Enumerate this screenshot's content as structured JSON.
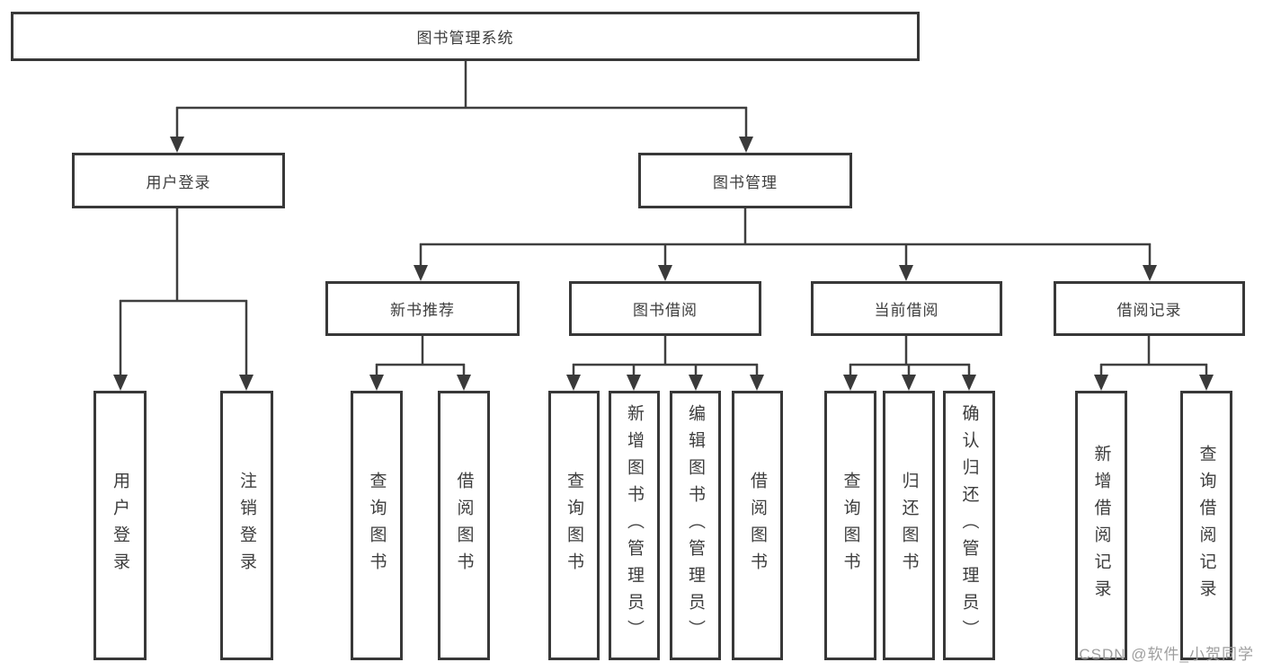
{
  "diagram": {
    "root": "图书管理系统",
    "branches": [
      {
        "label": "用户登录",
        "children": [
          "用户登录",
          "注销登录"
        ]
      },
      {
        "label": "图书管理",
        "groups": [
          {
            "label": "新书推荐",
            "children": [
              "查询图书",
              "借阅图书"
            ]
          },
          {
            "label": "图书借阅",
            "children": [
              "查询图书",
              "新增图书（管理员）",
              "编辑图书（管理员）",
              "借阅图书"
            ]
          },
          {
            "label": "当前借阅",
            "children": [
              "查询图书",
              "归还图书",
              "确认归还（管理员）"
            ]
          },
          {
            "label": "借阅记录",
            "children": [
              "新增借阅记录",
              "查询借阅记录"
            ]
          }
        ]
      }
    ]
  },
  "colors": {
    "line": "#3f3f3f",
    "box_border": "#383838",
    "text": "#3d3d3d",
    "watermark_text": "#9e9e9e",
    "background": "#ffffff"
  },
  "watermark": "CSDN @软件_小贺同学"
}
